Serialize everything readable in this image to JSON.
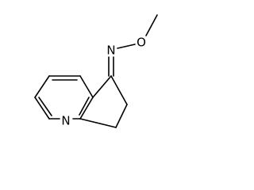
{
  "molecule": {
    "atoms": {
      "ring_nitrogen": "N",
      "oxime_nitrogen": "N",
      "oxygen": "O"
    }
  }
}
